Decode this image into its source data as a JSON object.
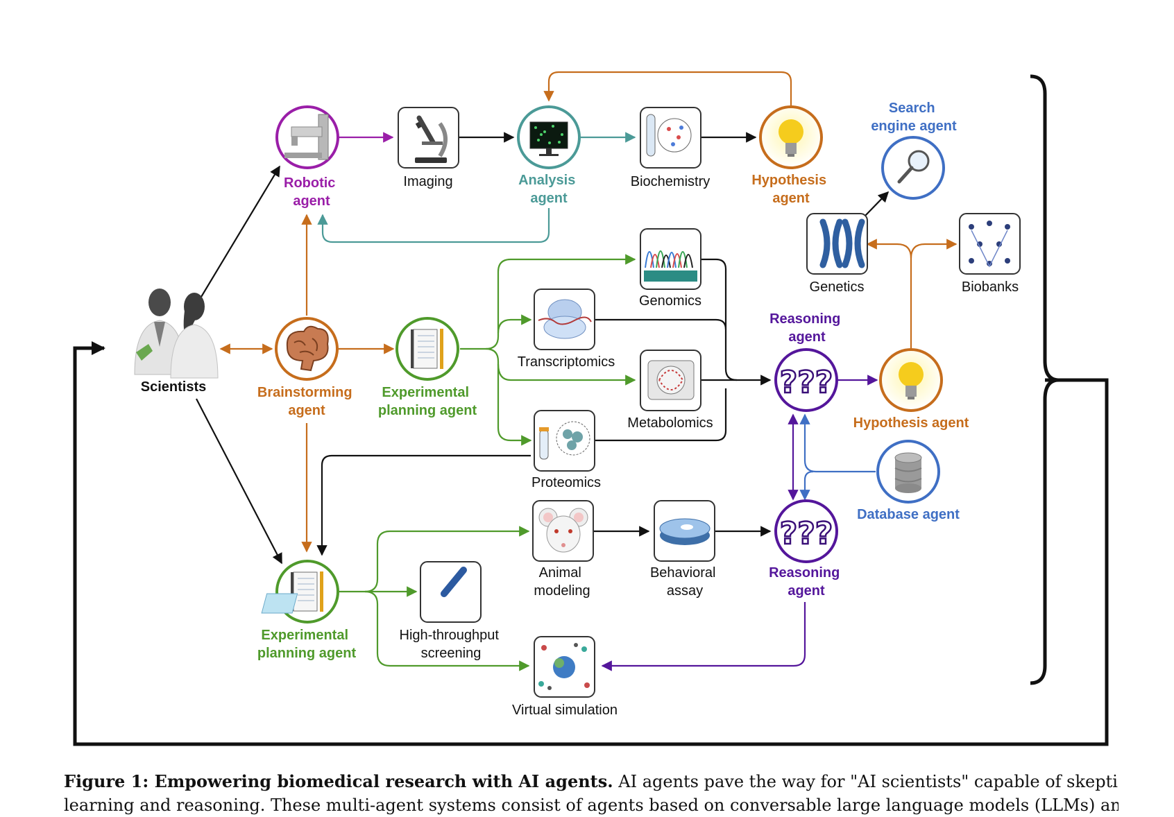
{
  "colors": {
    "purple": "#9a1ea8",
    "orange": "#c66d1c",
    "teal": "#4b9a97",
    "green": "#4f9a2b",
    "blue": "#3f6fc4",
    "violet": "#54169b",
    "black": "#111111"
  },
  "labels": {
    "scientists": "Scientists",
    "robotic_1": "Robotic",
    "robotic_2": "agent",
    "imaging": "Imaging",
    "analysis_1": "Analysis",
    "analysis_2": "agent",
    "biochemistry": "Biochemistry",
    "hypothesis_top_1": "Hypothesis",
    "hypothesis_top_2": "agent",
    "search_1": "Search",
    "search_2": "engine agent",
    "genetics": "Genetics",
    "biobanks": "Biobanks",
    "genomics": "Genomics",
    "transcriptomics": "Transcriptomics",
    "metabolomics": "Metabolomics",
    "proteomics": "Proteomics",
    "brainstorm_1": "Brainstorming",
    "brainstorm_2": "agent",
    "exp_plan_top_1": "Experimental",
    "exp_plan_top_2": "planning agent",
    "reasoning_top_1": "Reasoning",
    "reasoning_top_2": "agent",
    "hypothesis_mid": "Hypothesis agent",
    "database": "Database agent",
    "animal_1": "Animal",
    "animal_2": "modeling",
    "behavioral_1": "Behavioral",
    "behavioral_2": "assay",
    "reasoning_bot_1": "Reasoning",
    "reasoning_bot_2": "agent",
    "exp_plan_bot_1": "Experimental",
    "exp_plan_bot_2": "planning agent",
    "hts_1": "High-throughput",
    "hts_2": "screening",
    "virtual": "Virtual simulation"
  },
  "caption": {
    "label": "Figure 1: Empowering biomedical research with AI agents.",
    "line1": " AI agents pave the way for \"AI scientists\" capable of skeptical",
    "line2": "learning and reasoning. These multi-agent systems consist of agents based on conversable large language models (LLMs) and can"
  }
}
